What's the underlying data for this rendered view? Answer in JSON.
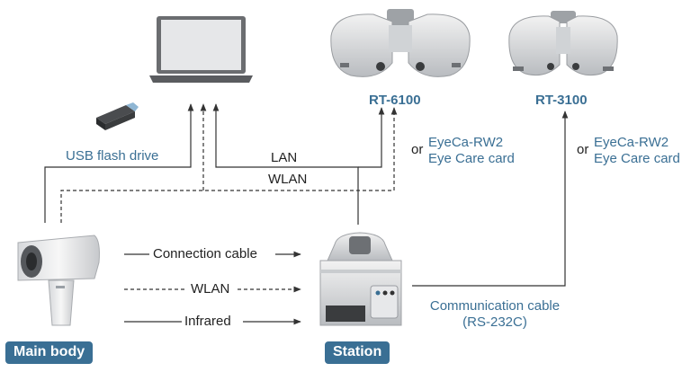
{
  "devices": {
    "laptop": "laptop-icon",
    "usb": "usb-drive-icon",
    "rt6100": "refractor-icon",
    "rt3100": "refractor-icon",
    "main_body": "handheld-device-icon",
    "station": "station-icon"
  },
  "labels": {
    "usb_flash_drive": "USB flash drive",
    "rt6100": "RT-6100",
    "rt3100": "RT-3100",
    "lan": "LAN",
    "wlan_top": "WLAN",
    "or_left": "or",
    "or_right": "or",
    "card_left_line1": "EyeCa-RW2",
    "card_left_line2": "Eye Care card",
    "card_right_line1": "EyeCa-RW2",
    "card_right_line2": "Eye Care card",
    "connection_cable": "Connection cable",
    "wlan_mid": "WLAN",
    "infrared": "Infrared",
    "comm_cable_line1": "Communication cable",
    "comm_cable_line2": "(RS-232C)",
    "main_body": "Main body",
    "station": "Station"
  },
  "colors": {
    "accent": "#3a6f94",
    "line": "#333333",
    "badge_text": "#ffffff"
  }
}
